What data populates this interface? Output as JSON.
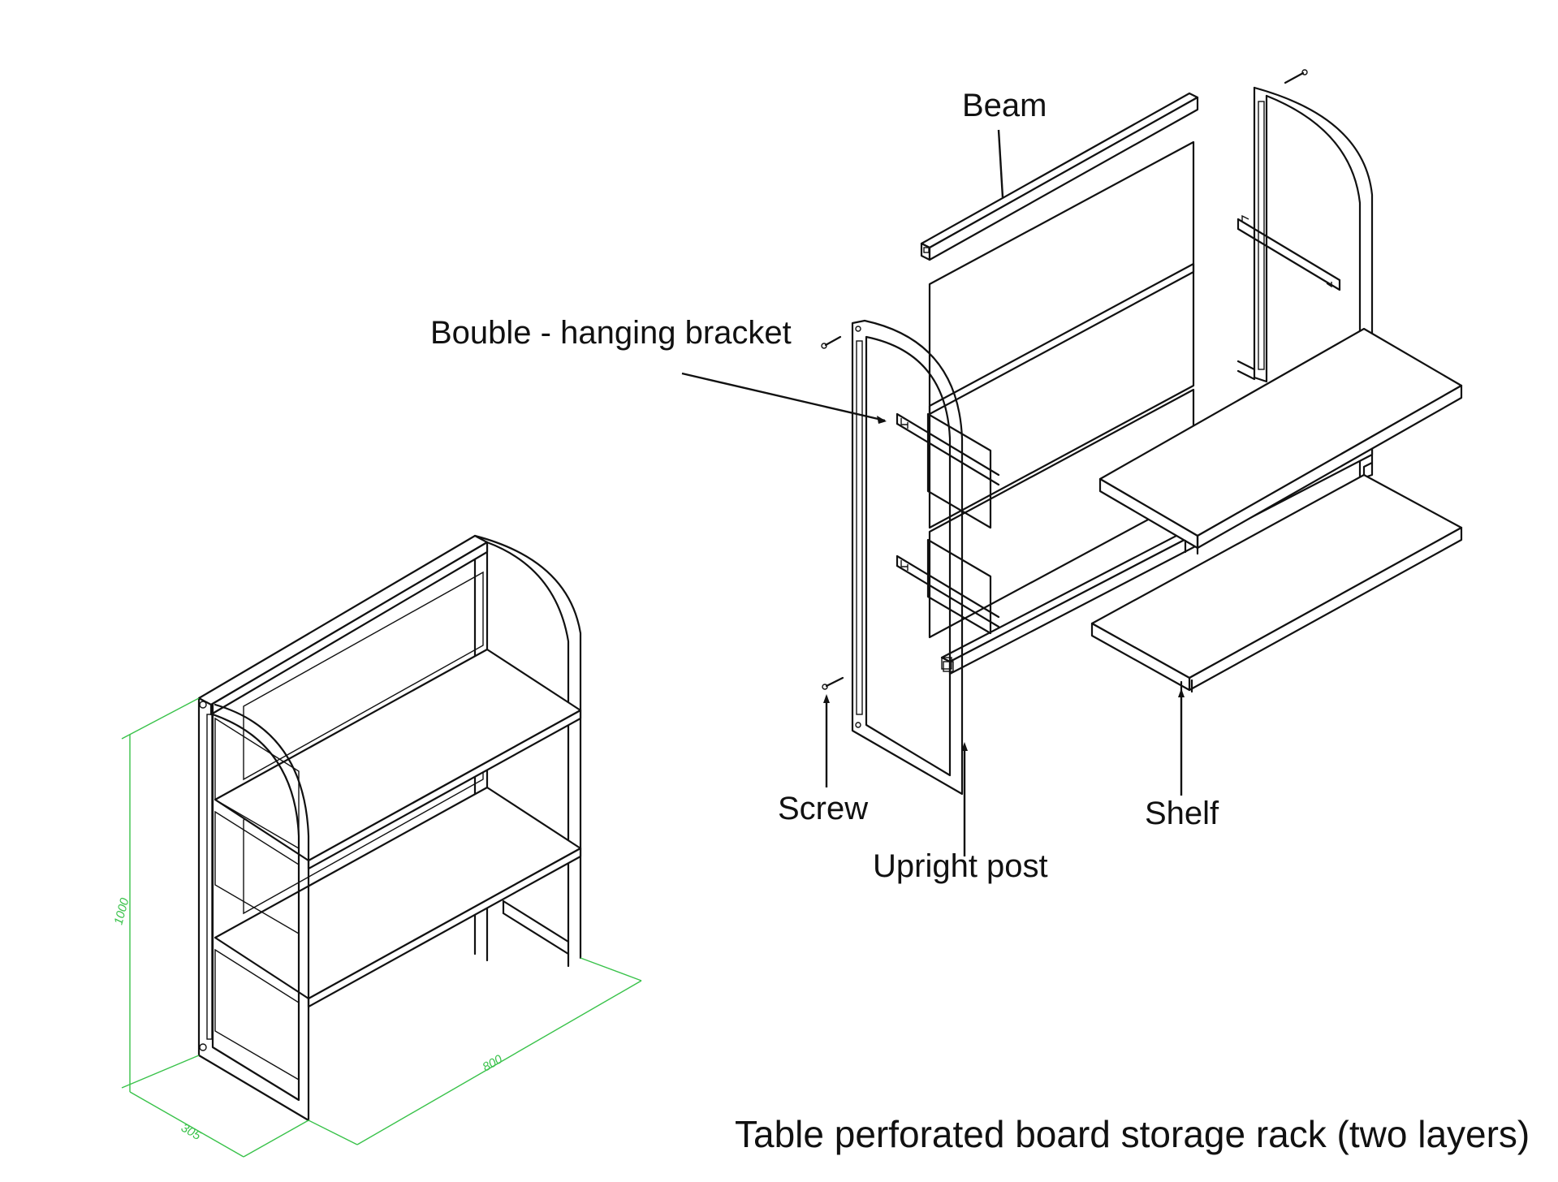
{
  "labels": {
    "beam": "Beam",
    "bracket": "Bouble - hanging bracket",
    "screw": "Screw",
    "upright": "Upright post",
    "shelf": "Shelf"
  },
  "title": "Table perforated board storage rack (two layers)",
  "dimensions": {
    "height": "1000",
    "depth": "305",
    "width": "800"
  },
  "colors": {
    "line": "#111111",
    "dimension": "#39c24a",
    "background": "#ffffff"
  }
}
